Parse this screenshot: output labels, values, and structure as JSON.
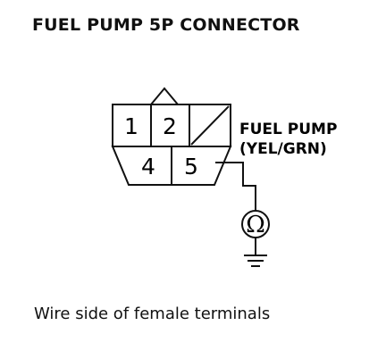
{
  "title": "FUEL PUMP 5P CONNECTOR",
  "connector": {
    "pins": [
      "1",
      "2",
      "4",
      "5"
    ]
  },
  "label": {
    "line1": "FUEL PUMP",
    "line2": "(YEL/GRN)"
  },
  "meter_symbol": "Ω",
  "caption": "Wire side of female terminals"
}
